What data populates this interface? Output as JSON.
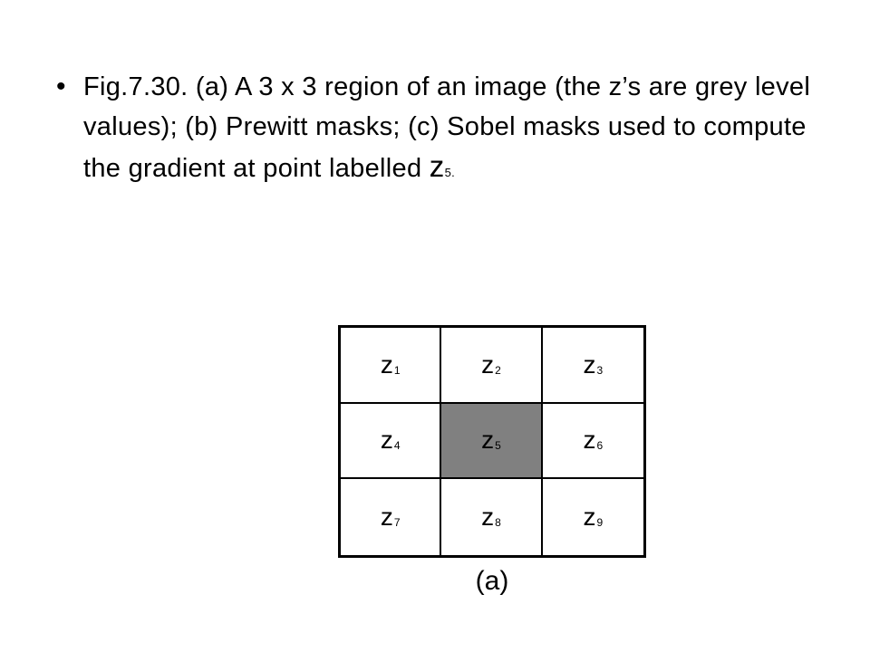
{
  "caption": {
    "bullet": "•",
    "text": "Fig.7.30. (a)  A 3 x 3 region of an image (the z’s are grey level values); (b)  Prewitt masks; (c) Sobel masks used to compute the gradient at point labelled ",
    "point_symbol": "z",
    "point_subscript": "5."
  },
  "grid": {
    "highlight_color": "#808080",
    "cells": [
      {
        "letter": "z",
        "sub": "1"
      },
      {
        "letter": "z",
        "sub": "2"
      },
      {
        "letter": "z",
        "sub": "3"
      },
      {
        "letter": "z",
        "sub": "4"
      },
      {
        "letter": "z",
        "sub": "5"
      },
      {
        "letter": "z",
        "sub": "6"
      },
      {
        "letter": "z",
        "sub": "7"
      },
      {
        "letter": "z",
        "sub": "8"
      },
      {
        "letter": "z",
        "sub": "9"
      }
    ],
    "highlighted_index": 4
  },
  "panel_label": "(a)"
}
